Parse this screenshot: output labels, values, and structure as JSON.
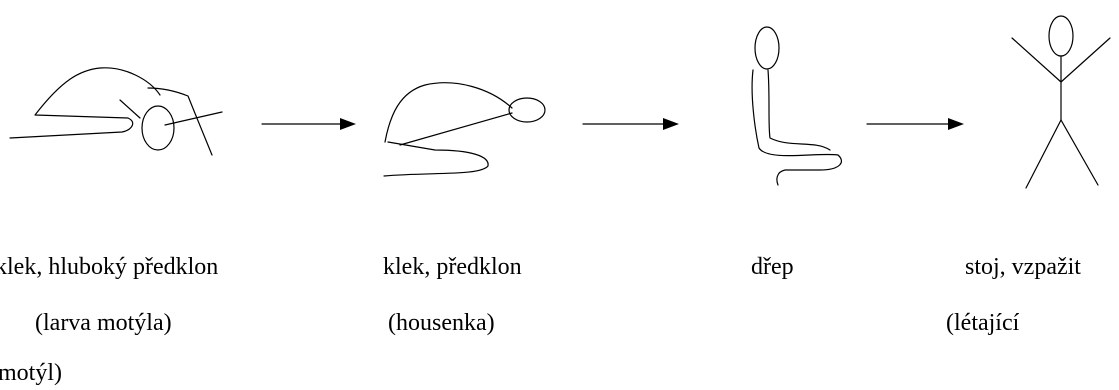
{
  "labels": {
    "pose1_line1": "klek, hluboký předklon",
    "pose2_line1": "klek, předklon",
    "pose3_line1": "dřep",
    "pose4_line1": "stoj, vzpažit",
    "pose1_line2": "(larva motýla)",
    "pose2_line2": "(housenka)",
    "pose4_line2": "(létající",
    "pose4_line3": "motýl)"
  }
}
